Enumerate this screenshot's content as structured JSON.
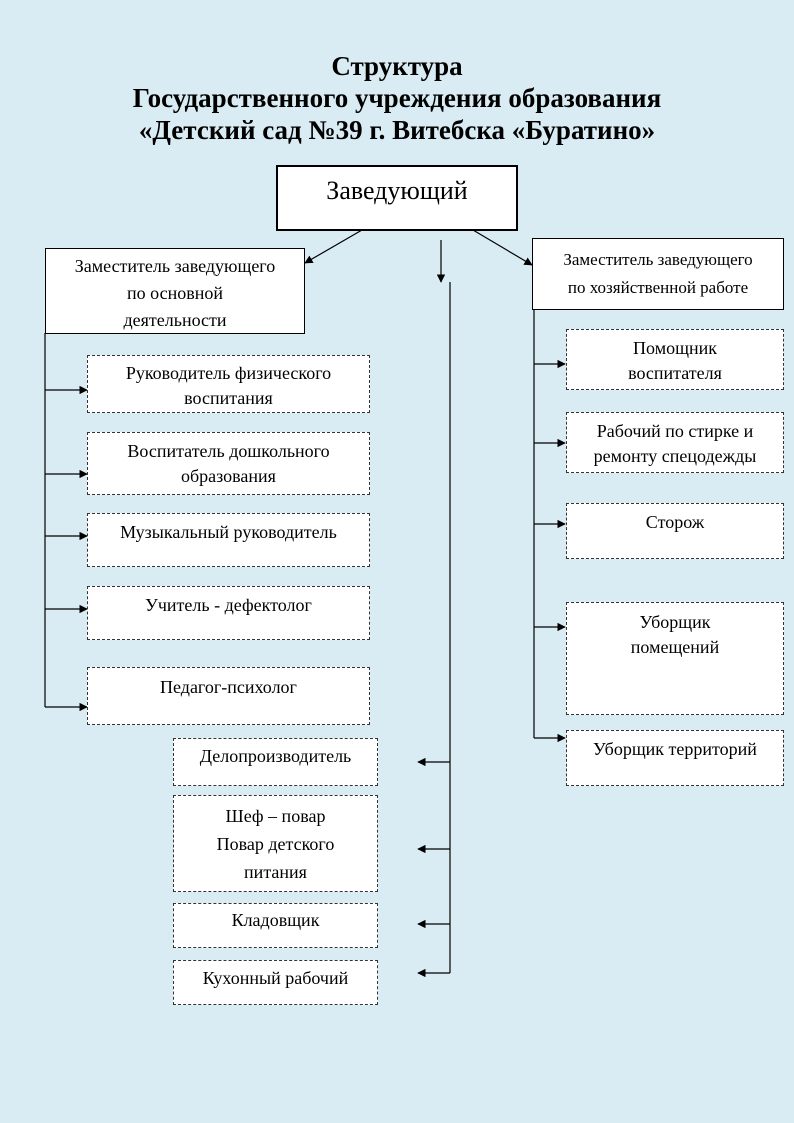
{
  "title": {
    "line1": "Структура",
    "line2": "Государственного учреждения образования",
    "line3": "«Детский сад №39 г. Витебска «Буратино»"
  },
  "head": {
    "label": "Заведующий"
  },
  "deputy_main": {
    "line1": "Заместитель заведующего",
    "line2": "по основной",
    "line3": "деятельности"
  },
  "deputy_admin": {
    "line1": "Заместитель заведующего",
    "line2": "по хозяйственной работе"
  },
  "left_units": [
    {
      "line1": "Руководитель физического",
      "line2": "воспитания"
    },
    {
      "line1": "Воспитатель дошкольного",
      "line2": "образования"
    },
    {
      "line1": "Музыкальный руководитель"
    },
    {
      "line1": "Учитель - дефектолог"
    },
    {
      "line1": "Педагог-психолог"
    }
  ],
  "right_units": [
    {
      "line1": "Помощник",
      "line2": "воспитателя"
    },
    {
      "line1": "Рабочий по стирке и",
      "line2": "ремонту спецодежды"
    },
    {
      "line1": "Сторож"
    },
    {
      "line1": "Уборщик",
      "line2": "помещений"
    },
    {
      "line1": "Уборщик территорий"
    }
  ],
  "center_units": [
    {
      "line1": "Делопроизводитель"
    },
    {
      "line1": "Шеф – повар",
      "line2": "Повар детского",
      "line3": "питания"
    },
    {
      "line1": "Кладовщик"
    },
    {
      "line1": "Кухонный рабочий"
    }
  ]
}
